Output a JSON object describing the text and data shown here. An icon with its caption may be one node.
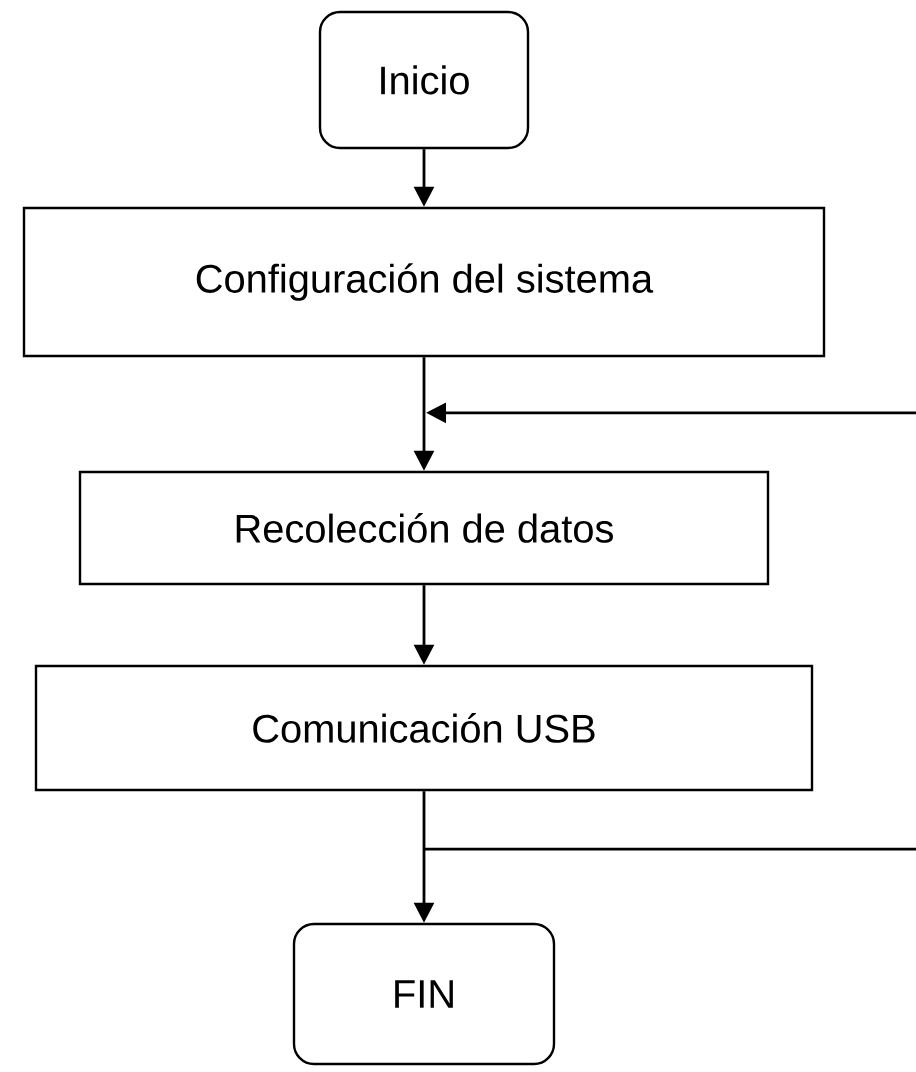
{
  "diagram": {
    "nodes": [
      {
        "text": [
          "Inicio"
        ]
      },
      {
        "text": [
          "Configuración del sistema"
        ]
      },
      {
        "text": [
          "Recolección de datos"
        ]
      },
      {
        "text": [
          "Comunicación USB"
        ]
      },
      {
        "text": [
          "FIN"
        ]
      }
    ],
    "edges": [
      {
        "from": 0,
        "to": 1,
        "arrow": "to"
      },
      {
        "from": 1,
        "to": 2,
        "arrow": "to"
      },
      {
        "from": 2,
        "to": 3,
        "arrow": "to"
      },
      {
        "from": 3,
        "to": 4,
        "arrow": "to"
      },
      {
        "from": null,
        "to": 2,
        "arrow": "to"
      },
      {
        "from": 3,
        "to": null,
        "arrow": "none"
      }
    ]
  }
}
